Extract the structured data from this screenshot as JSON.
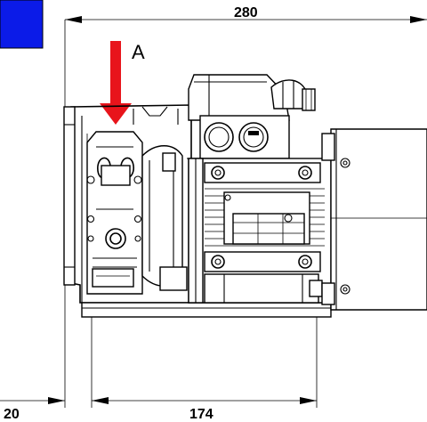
{
  "dimensions": {
    "overall_width": "280",
    "base_width": "174",
    "left_offset": "20"
  },
  "view_marker": {
    "label": "A",
    "arrow_color": "#e8141b"
  },
  "corner_marker_color": "#0b1be8"
}
